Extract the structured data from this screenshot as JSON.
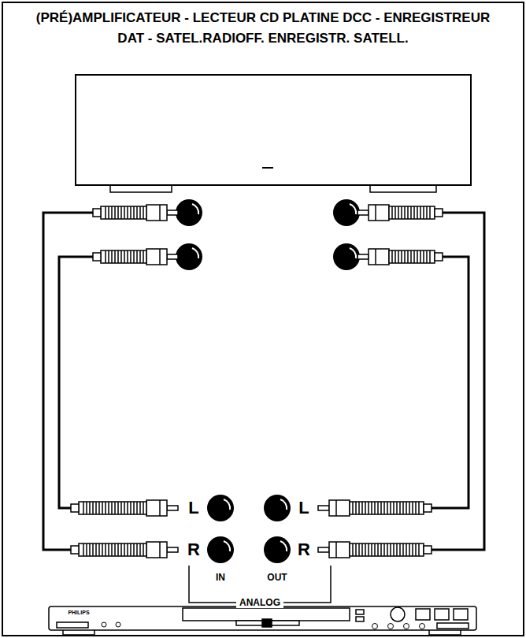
{
  "diagram": {
    "title": "(PRÉ)AMPLIFICATEUR - LECTEUR CD PLATINE DCC - ENREGISTREUR DAT - SATEL.RADIOFF. ENREGISTR. SATELL.",
    "labels": [
      "L",
      "L",
      "R",
      "R",
      "IN",
      "OUT",
      "ANALOG",
      "PHILIPS"
    ]
  }
}
